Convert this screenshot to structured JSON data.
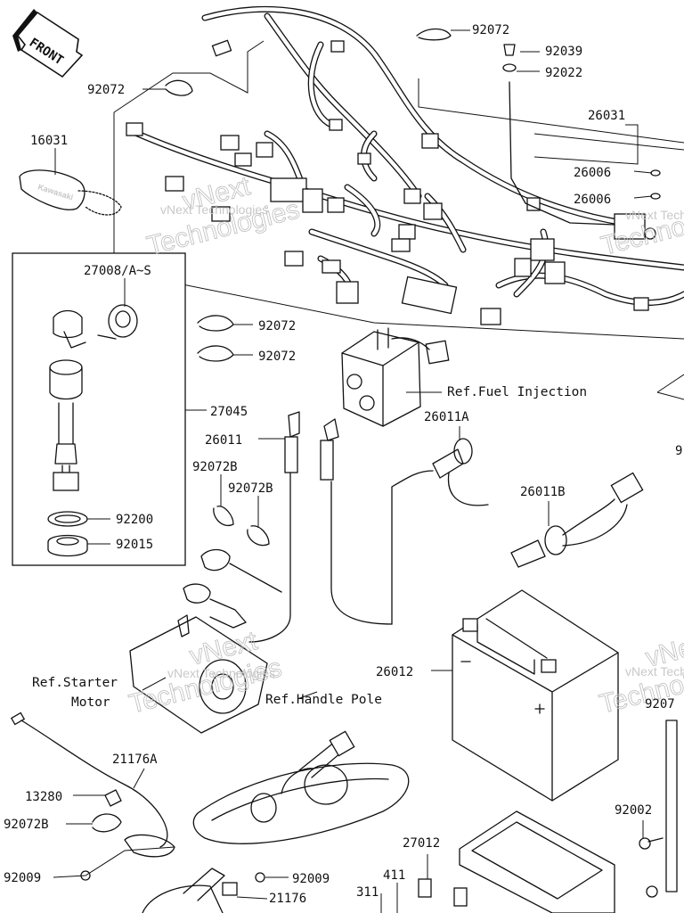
{
  "front_label": "FRONT",
  "watermark": {
    "line1": "vNext",
    "line2": "Technologies",
    "small": "vNext Technologies"
  },
  "labels": [
    {
      "id": "92072-top",
      "text": "92072"
    },
    {
      "id": "92039",
      "text": "92039"
    },
    {
      "id": "92022",
      "text": "92022"
    },
    {
      "id": "92072-left",
      "text": "92072"
    },
    {
      "id": "26031",
      "text": "26031"
    },
    {
      "id": "16031",
      "text": "16031"
    },
    {
      "id": "26006-a",
      "text": "26006"
    },
    {
      "id": "26006-b",
      "text": "26006"
    },
    {
      "id": "27008",
      "text": "27008/A~S"
    },
    {
      "id": "92072-mid-a",
      "text": "92072"
    },
    {
      "id": "92072-mid-b",
      "text": "92072"
    },
    {
      "id": "ref-fuel",
      "text": "Ref.Fuel Injection"
    },
    {
      "id": "27045",
      "text": "27045"
    },
    {
      "id": "26011A",
      "text": "26011A"
    },
    {
      "id": "26011",
      "text": "26011"
    },
    {
      "id": "92072B-a",
      "text": "92072B"
    },
    {
      "id": "92072B-b",
      "text": "92072B"
    },
    {
      "id": "26011B",
      "text": "26011B"
    },
    {
      "id": "92200",
      "text": "92200"
    },
    {
      "id": "92015",
      "text": "92015"
    },
    {
      "id": "26012",
      "text": "26012"
    },
    {
      "id": "ref-starter-1",
      "text": "Ref.Starter"
    },
    {
      "id": "ref-starter-2",
      "text": "Motor"
    },
    {
      "id": "ref-handle",
      "text": "Ref.Handle Pole"
    },
    {
      "id": "21176A",
      "text": "21176A"
    },
    {
      "id": "13280",
      "text": "13280"
    },
    {
      "id": "92072B-c",
      "text": "92072B"
    },
    {
      "id": "92002",
      "text": "92002"
    },
    {
      "id": "92009-a",
      "text": "92009"
    },
    {
      "id": "92009-b",
      "text": "92009"
    },
    {
      "id": "27012",
      "text": "27012"
    },
    {
      "id": "411",
      "text": "411"
    },
    {
      "id": "21176",
      "text": "21176"
    },
    {
      "id": "311",
      "text": "311"
    },
    {
      "id": "cut-9",
      "text": "9"
    },
    {
      "id": "cut-9207",
      "text": "9207"
    }
  ]
}
